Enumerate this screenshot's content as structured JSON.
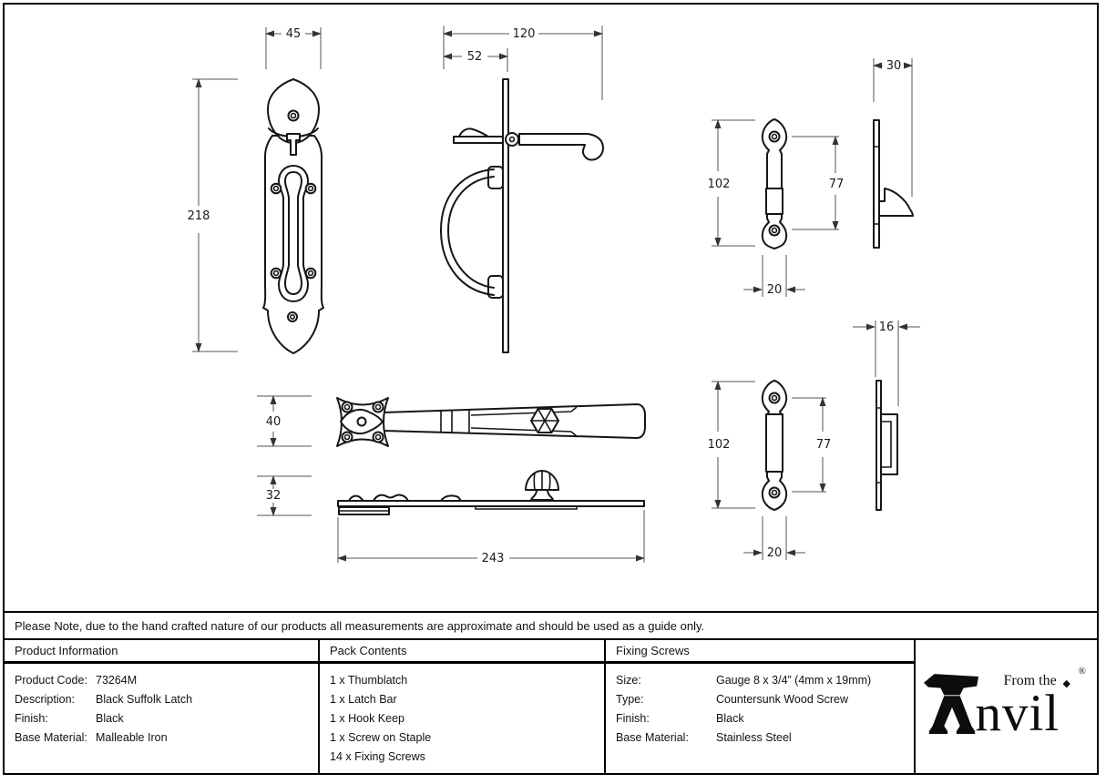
{
  "note": {
    "text": "Please Note, due to the hand crafted nature of our products all measurements are approximate and should be used as a guide only."
  },
  "drawings": {
    "thumblatch_front": {
      "width": "45",
      "height": "218"
    },
    "thumblatch_side": {
      "depth": "120",
      "handle_projection": "52"
    },
    "hook_keep_front": {
      "height": "102",
      "hole_spacing": "77",
      "width": "20"
    },
    "hook_keep_side": {
      "projection": "30"
    },
    "latch_bar_top": {
      "plate_width": "40"
    },
    "latch_bar_side": {
      "height": "32",
      "length": "243"
    },
    "screw_staple_front": {
      "height": "102",
      "hole_spacing": "77",
      "width": "20"
    },
    "screw_staple_side": {
      "projection": "16"
    }
  },
  "table": {
    "product_information": {
      "header": "Product Information",
      "rows": [
        {
          "label": "Product Code:",
          "value": "73264M"
        },
        {
          "label": "Description:",
          "value": "Black Suffolk Latch"
        },
        {
          "label": "Finish:",
          "value": "Black"
        },
        {
          "label": "Base Material:",
          "value": "Malleable Iron"
        }
      ]
    },
    "pack_contents": {
      "header": "Pack Contents",
      "items": [
        "1 x Thumblatch",
        "1 x Latch Bar",
        "1 x Hook Keep",
        "1 x Screw on Staple",
        "14 x Fixing Screws"
      ]
    },
    "fixing_screws": {
      "header": "Fixing Screws",
      "rows": [
        {
          "label": "Size:",
          "value": "Gauge 8 x 3/4” (4mm x 19mm)"
        },
        {
          "label": "Type:",
          "value": "Countersunk Wood Screw"
        },
        {
          "label": "Finish:",
          "value": "Black"
        },
        {
          "label": "Base Material:",
          "value": "Stainless Steel"
        }
      ]
    }
  },
  "logo": {
    "tagline": "From the",
    "brand": "nvil",
    "diamond": "◆",
    "registered": "®"
  }
}
